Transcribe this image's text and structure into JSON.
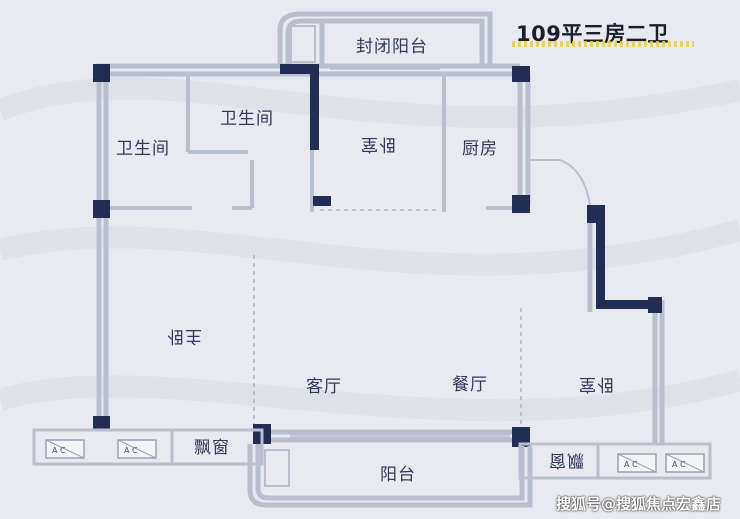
{
  "title": "109平三房二卫",
  "rooms": {
    "enclosed_balcony": "封闭阳台",
    "bathroom_1": "卫生间",
    "bathroom_2": "卫生间",
    "bedroom_1": "卧室",
    "kitchen": "厨房",
    "master_bedroom": "主卧",
    "living_room": "客厅",
    "dining_room": "餐厅",
    "bedroom_2": "卧室",
    "bay_window_left": "飘窗",
    "bay_window_right": "飘窗",
    "balcony": "阳台"
  },
  "ac_units": [
    "A C",
    "A C",
    "A C",
    "A C"
  ],
  "watermark": "搜狐号@搜狐焦点宏鑫店",
  "colors": {
    "background": "#e9eaef",
    "wall": "#b9bfcf",
    "pillar": "#232c55",
    "text": "#2f3a5c"
  }
}
